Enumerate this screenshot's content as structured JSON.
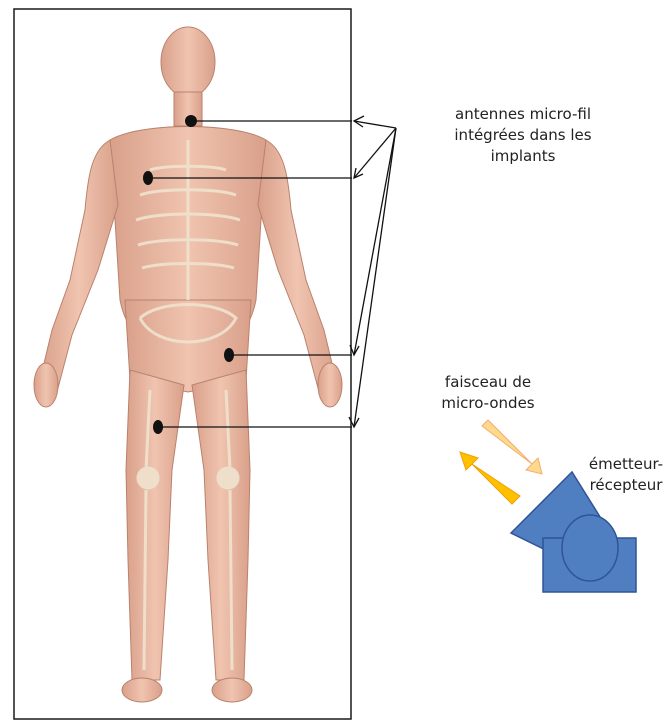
{
  "labels": {
    "antennas": "antennes micro-fil\nintégrées dans les\nimplants",
    "beam": "faisceau de\nmicro-ondes",
    "emitter": "émetteur-\nrécepteur"
  },
  "colors": {
    "frame": "#1a1a1a",
    "skin": "#e8b8a2",
    "muscle": "#cf8b74",
    "bone": "#efe3cf",
    "device_fill": "#4f7fc0",
    "device_stroke": "#2f5597",
    "beam": "#ffc000",
    "beam_edge": "#f4a460",
    "marker": "#111111"
  },
  "icons": [
    "human-anatomy-figure",
    "implant-marker",
    "transceiver-device",
    "microwave-beam-arrow"
  ]
}
